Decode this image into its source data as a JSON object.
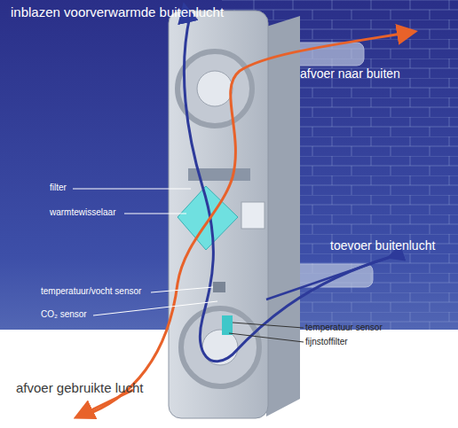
{
  "diagram": {
    "labels": [
      "inblazen voorverwarmde buitenlucht",
      "afvoer naar buiten",
      "filter",
      "warmtewisselaar",
      "toevoer buitenlucht",
      "temperatuur/vocht sensor",
      "CO₂ sensor",
      "temperatuur sensor",
      "fijnstoffilter",
      "afvoer gebruikte lucht"
    ]
  }
}
